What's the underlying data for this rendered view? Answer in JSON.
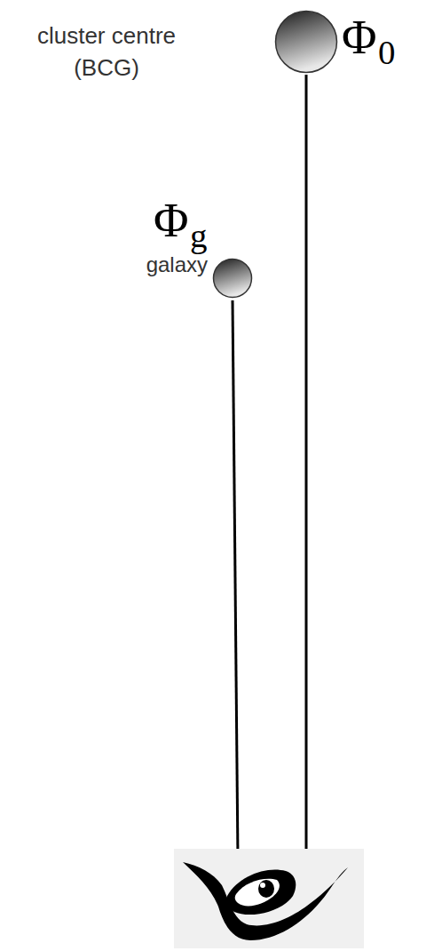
{
  "diagram": {
    "nodes": [
      {
        "text": [
          "cluster centre (BCG)",
          "Φ0"
        ]
      },
      {
        "text": [
          "Φg",
          "galaxy"
        ]
      }
    ]
  }
}
